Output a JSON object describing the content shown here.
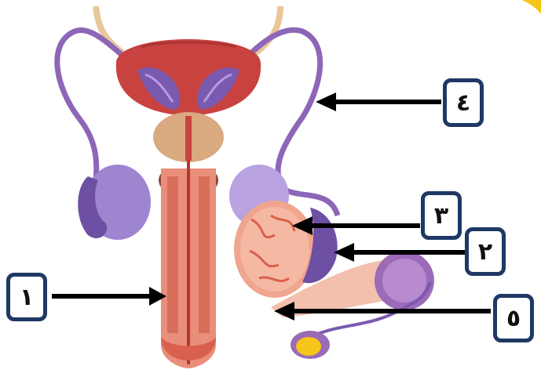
{
  "labels": [
    {
      "id": "1",
      "text": "١"
    },
    {
      "id": "2",
      "text": "٢"
    },
    {
      "id": "3",
      "text": "٣"
    },
    {
      "id": "4",
      "text": "٤"
    },
    {
      "id": "5",
      "text": "٥"
    }
  ],
  "colors": {
    "box_border": "#1f3864",
    "arrow": "#000000",
    "bladder": "#c8423f",
    "vas_deferens": "#8e66b8",
    "seminal_vesicle": "#7a5ab0",
    "prostate": "#d9a980",
    "penis_tissue": "#e98e7a",
    "testis": "#f0a58e",
    "epididymis": "#6d4fa3"
  }
}
